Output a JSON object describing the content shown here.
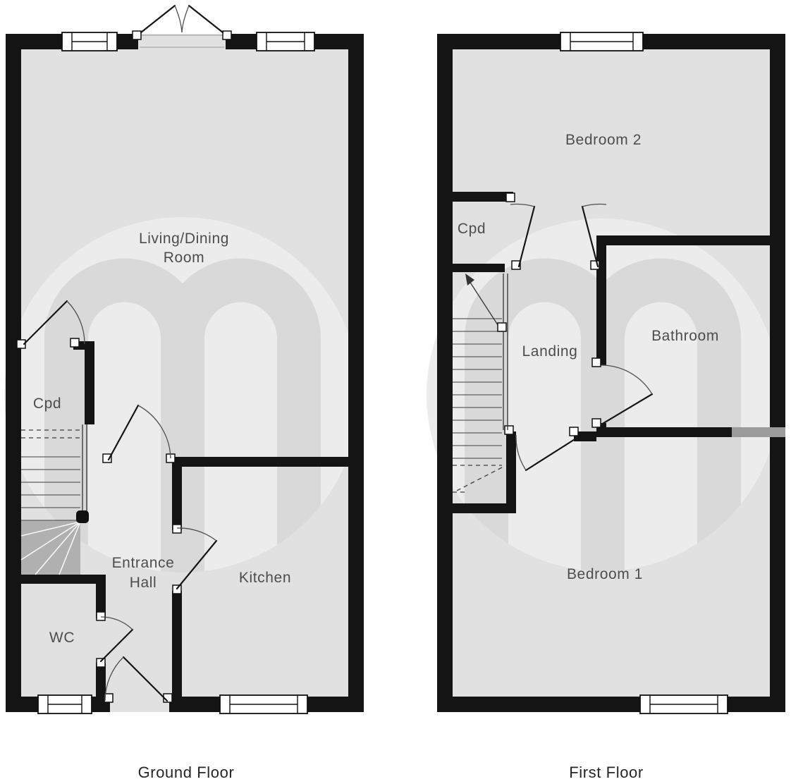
{
  "meta": {
    "type": "floorplan",
    "watermark_symbol": "m"
  },
  "colors": {
    "wall": "#141414",
    "wall_light": "#9b9b9b",
    "floor": "#e1e1e1",
    "watermark_circle": "#ececec",
    "watermark_arch": "#d9d9d9",
    "stair_dark": "#b0b0b0",
    "room_label": "#4d4d4d",
    "title": "#262626"
  },
  "ground_floor": {
    "title": "Ground Floor",
    "rooms": {
      "living_dining": {
        "line1": "Living/Dining",
        "line2": "Room"
      },
      "cpd": {
        "label": "Cpd"
      },
      "entrance_hall": {
        "line1": "Entrance",
        "line2": "Hall"
      },
      "kitchen": {
        "label": "Kitchen"
      },
      "wc": {
        "label": "WC"
      }
    }
  },
  "first_floor": {
    "title": "First Floor",
    "rooms": {
      "bedroom2": {
        "label": "Bedroom 2"
      },
      "cpd": {
        "label": "Cpd"
      },
      "landing": {
        "label": "Landing"
      },
      "bathroom": {
        "label": "Bathroom"
      },
      "bedroom1": {
        "label": "Bedroom 1"
      }
    }
  }
}
